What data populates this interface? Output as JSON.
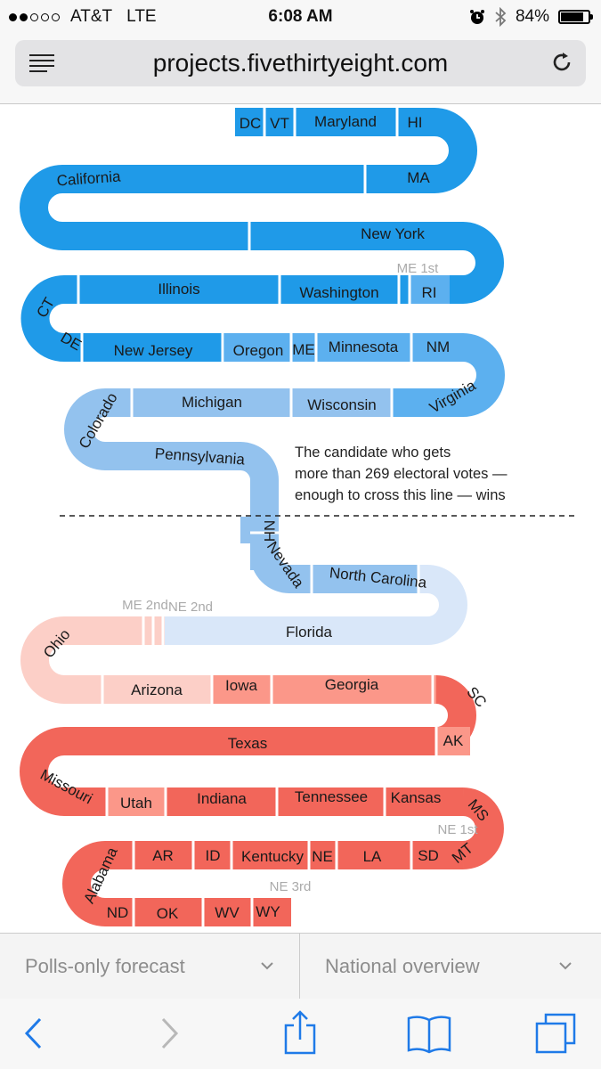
{
  "status": {
    "carrier": "AT&T",
    "network": "LTE",
    "time": "6:08 AM",
    "battery": "84%",
    "battery_level": 0.84
  },
  "browser": {
    "url": "projects.fivethirtyeight.com"
  },
  "annotation": [
    "The candidate who gets",
    "more than 269 electoral votes —",
    "enough to cross this line — wins"
  ],
  "state_labels": {
    "DC": "DC",
    "VT": "VT",
    "MD": "Maryland",
    "HI": "HI",
    "MA": "MA",
    "CA": "California",
    "NY": "New York",
    "ME1": "ME 1st",
    "CT": "CT",
    "IL": "Illinois",
    "WA": "Washington",
    "RI": "RI",
    "DE": "DE",
    "NJ": "New Jersey",
    "OR": "Oregon",
    "ME": "ME",
    "MN": "Minnesota",
    "NM": "NM",
    "CO": "Colorado",
    "MI": "Michigan",
    "WI": "Wisconsin",
    "VA": "Virginia",
    "PA": "Pennsylvania",
    "NH": "NH",
    "NV": "Nevada",
    "NC": "North Carolina",
    "ME2": "ME 2nd",
    "NE2": "NE 2nd",
    "OH": "Ohio",
    "FL": "Florida",
    "AZ": "Arizona",
    "IA": "Iowa",
    "GA": "Georgia",
    "SC": "SC",
    "TX": "Texas",
    "AK": "AK",
    "MO": "Missouri",
    "UT": "Utah",
    "IN": "Indiana",
    "TN": "Tennessee",
    "KS": "Kansas",
    "MS": "MS",
    "NE1": "NE 1st",
    "MT": "MT",
    "AL": "Alabama",
    "AR": "AR",
    "ID": "ID",
    "KY": "Kentucky",
    "NE": "NE",
    "LA": "LA",
    "SD": "SD",
    "ND": "ND",
    "OK": "OK",
    "WV": "WV",
    "WY": "WY",
    "NE3": "NE 3rd"
  },
  "tabs": {
    "forecast": "Polls-only forecast",
    "overview": "National overview"
  },
  "colors": {
    "solid_dem": "#1f9ae8",
    "likely_dem": "#5cb0ef",
    "lean_dem": "#93c2ee",
    "tossup_dem": "#d9e7f9",
    "tossup_rep": "#fccfc7",
    "lean_rep": "#fb9789",
    "solid_rep": "#f2665a"
  },
  "icons": [
    "menu-icon",
    "reload-icon",
    "alarm-icon",
    "bluetooth-icon",
    "back-icon",
    "forward-icon",
    "share-icon",
    "bookmarks-icon",
    "tabs-icon",
    "chevron-down-icon"
  ]
}
